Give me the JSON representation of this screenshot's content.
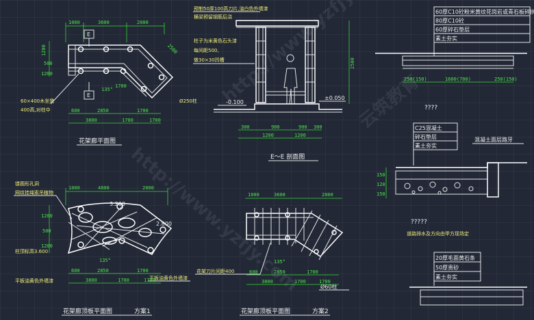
{
  "views": {
    "plan": {
      "title": "花架廊平面图",
      "dims_top": [
        "1000",
        "3600",
        "2000"
      ],
      "dims_left": [
        "1200",
        "500",
        "1200"
      ],
      "dims_diag": [
        "2500",
        "1700"
      ],
      "dims_bottom_1": [
        "600",
        "2850",
        "1700"
      ],
      "dims_bottom_2": [
        "3800",
        "1700",
        "1700"
      ],
      "angle": "135°",
      "pillar_note_1": "60×400木坐凳",
      "pillar_note_2": "400高,对柱中",
      "section_mark": "E"
    },
    "section": {
      "title": "E～E 剖面图",
      "note_1": "预制50厚100高刀片,油白色外墙漆",
      "note_2": "横梁预留钢筋后浇",
      "note_3": "柱子为米黄色石头漆",
      "note_4": "每间距500,",
      "note_5": "做30×30凹槽",
      "pipe_label": "Ø250柱",
      "level_left": "-0.100",
      "level_right": "±0.050",
      "dims_bottom_1": [
        "300",
        "900",
        "900",
        "300"
      ],
      "dims_bottom_2": [
        "1200",
        "1200"
      ],
      "dim_height": "2500"
    },
    "top_plan_a": {
      "title": "花架廊顶板平面图",
      "scheme": "方案1",
      "note_1": "镂圆形孔洞",
      "note_2": "网纹挂绳索吊植物",
      "note_3": "柱顶标高3.600",
      "note_4": "平板油黄色外墙漆",
      "note_5": "平板油黄色外墙漆",
      "elev_1": "3.200",
      "elev_2": "2.800",
      "dims_top": [
        "1000",
        "4800",
        "2000"
      ],
      "dims_left": [
        "1200",
        "500",
        "1200"
      ],
      "dims_bottom_1": [
        "600",
        "2850",
        "1700"
      ],
      "dims_bottom_2": [
        "3800",
        "1700",
        "1700"
      ],
      "angle": "135°"
    },
    "top_plan_b": {
      "title": "花架廊顶板平面图",
      "scheme": "方案2",
      "note_1": "花架刀片间距400",
      "pipe_label": "Ø60柱",
      "dims_top": [
        "1000",
        "3600",
        "2000"
      ],
      "dims_bottom_1": [
        "600",
        "2850",
        "1700"
      ],
      "dims_bottom_2": [
        "3800",
        "1700",
        "1700"
      ],
      "angle": "135°"
    },
    "pavement_1": {
      "layers": [
        "60厚C10砼粉米黄纹花岗岩或青石板碎拼",
        "80厚C10砼",
        "60厚碎石垫层",
        "素土夯实"
      ],
      "dims": [
        "250(150)",
        "1600(700)",
        "250(150)"
      ],
      "caption": "????"
    },
    "pavement_2": {
      "layers": [
        "C25混凝土",
        "碎石垫层",
        "素土夯实"
      ],
      "side_note": "混凝土面层路牙",
      "dims_left": [
        "150",
        "120",
        "150"
      ],
      "caption_1": "?????",
      "caption_2": "道路排水及方向由甲方现场定"
    },
    "pavement_3": {
      "layers": [
        "20厚毛面黄石条",
        "50厚贵砂",
        "素土夯实"
      ]
    }
  },
  "watermarks": [
    "http://www.yzfjy.com",
    "云筑教育",
    "http://www.yzfjy.com"
  ]
}
